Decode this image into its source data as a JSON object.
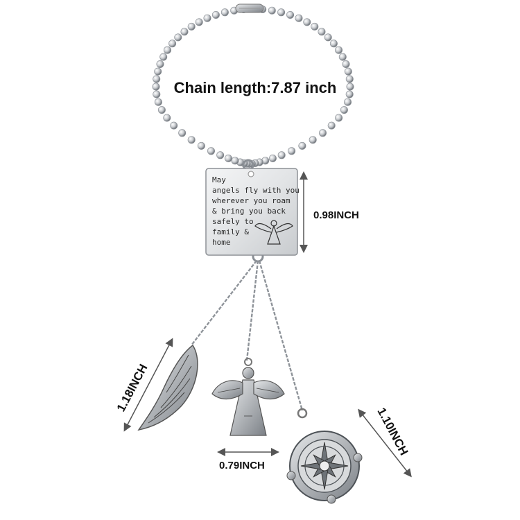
{
  "labels": {
    "chain_length": "Chain length:7.87 inch",
    "tag_height": "0.98INCH",
    "wing_length": "1.18INCH",
    "angel_width": "0.79INCH",
    "compass_length": "1.10INCH"
  },
  "tag_text": {
    "line1": "May",
    "line2": "angels fly with you",
    "line3": "wherever you roam",
    "line4": "& bring you back",
    "line5": "safely to",
    "line6": "family &",
    "line7": "home"
  },
  "colors": {
    "metal": "#c9ccd0",
    "metal_dark": "#7d8288",
    "text": "#111111",
    "dimension": "#555555"
  }
}
